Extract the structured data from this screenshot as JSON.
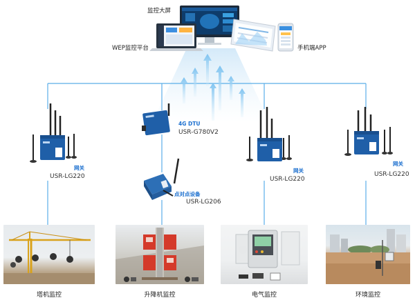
{
  "top": {
    "screen_label": "监控大屏",
    "web_label": "WEP监控平台",
    "app_label": "手机端APP"
  },
  "devices": {
    "dtu_tag": "4G DTU",
    "dtu_model": "USR-G780V2",
    "p2p_tag": "点对点设备",
    "p2p_model": "USR-LG206",
    "gw_left_tag": "网关",
    "gw_left_model": "USR-LG220",
    "gw_mid_tag": "网关",
    "gw_mid_model": "USR-LG220",
    "gw_right_tag": "网关",
    "gw_right_model": "USR-LG220"
  },
  "scenes": {
    "tower": "塔机监控",
    "elevator": "升降机监控",
    "electric": "电气监控",
    "environment": "环境监控"
  },
  "colors": {
    "link": "#5aaee8",
    "tag_blue": "#1b6fcf",
    "device_blue": "#1f5fa8"
  }
}
